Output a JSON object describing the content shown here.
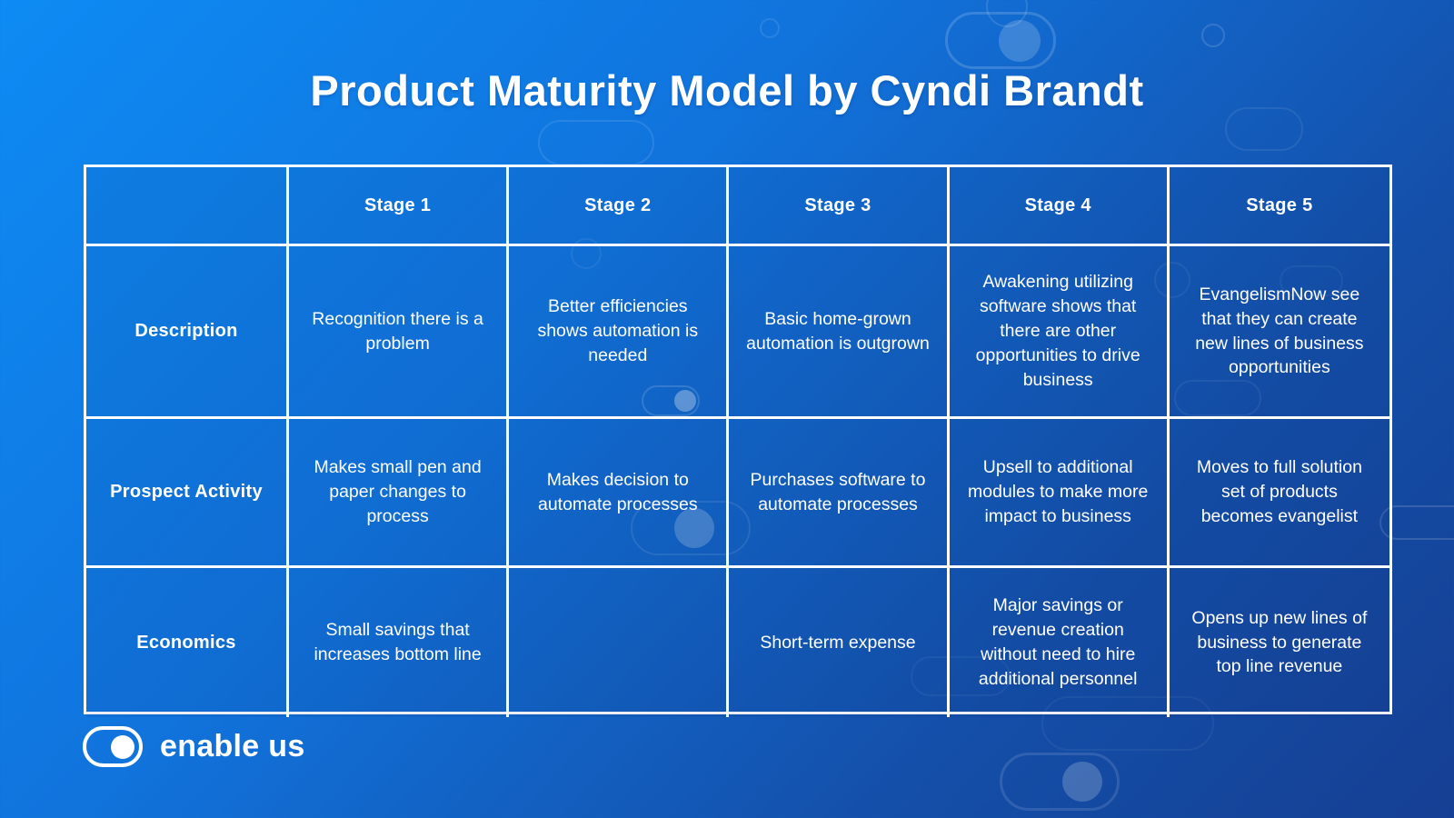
{
  "title": "Product Maturity Model by Cyndi Brandt",
  "table": {
    "columns": [
      "",
      "Stage 1",
      "Stage 2",
      "Stage 3",
      "Stage 4",
      "Stage 5"
    ],
    "rows": [
      {
        "label": "Description",
        "cells": [
          "Recognition there is a problem",
          "Better  efficiencies shows automation is needed",
          "Basic home-grown automation is outgrown",
          "Awakening utilizing software shows that there are other opportunities to drive business",
          "EvangelismNow see that they can  create new lines of business opportunities"
        ]
      },
      {
        "label": "Prospect Activity",
        "cells": [
          "Makes small pen and paper changes to process",
          "Makes decision to automate processes",
          "Purchases software to automate processes",
          "Upsell to additional modules to make more impact to business",
          "Moves to full solution set of products becomes evangelist"
        ]
      },
      {
        "label": "Economics",
        "cells": [
          "Small savings that increases bottom line",
          "",
          "Short-term expense",
          "Major savings or revenue creation without need to hire additional personnel",
          "Opens up new lines of business to generate top line revenue"
        ]
      }
    ]
  },
  "footer": {
    "logo_text": "enable us"
  },
  "colors": {
    "background_top_left": "#0e8bf4",
    "background_bottom_right": "#153f93",
    "table_border": "#ffffff",
    "text": "#ffffff"
  }
}
